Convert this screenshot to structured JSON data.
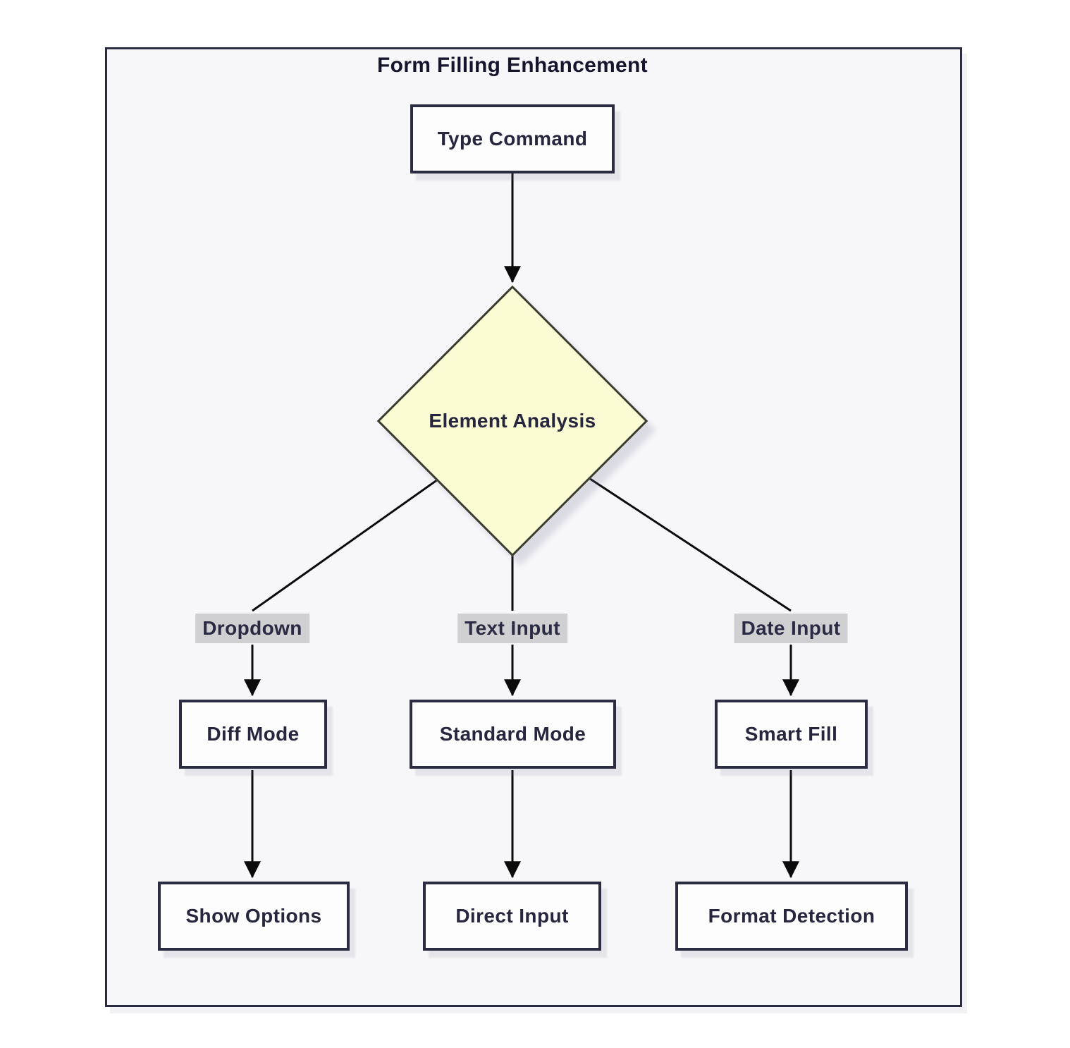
{
  "diagram": {
    "type": "flowchart",
    "title": "Form Filling Enhancement",
    "nodes": {
      "type_command": "Type Command",
      "element_analysis": "Element Analysis",
      "diff_mode": "Diff Mode",
      "standard_mode": "Standard Mode",
      "smart_fill": "Smart Fill",
      "show_options": "Show Options",
      "direct_input": "Direct Input",
      "format_detection": "Format Detection"
    },
    "edge_labels": {
      "dropdown": "Dropdown",
      "text_input": "Text Input",
      "date_input": "Date Input"
    },
    "edges": [
      {
        "from": "type_command",
        "to": "element_analysis",
        "label": ""
      },
      {
        "from": "element_analysis",
        "to": "diff_mode",
        "label": "Dropdown"
      },
      {
        "from": "element_analysis",
        "to": "standard_mode",
        "label": "Text Input"
      },
      {
        "from": "element_analysis",
        "to": "smart_fill",
        "label": "Date Input"
      },
      {
        "from": "diff_mode",
        "to": "show_options",
        "label": ""
      },
      {
        "from": "standard_mode",
        "to": "direct_input",
        "label": ""
      },
      {
        "from": "smart_fill",
        "to": "format_detection",
        "label": ""
      }
    ],
    "colors": {
      "frame_background": "#f7f7fa",
      "frame_border": "#2b2b42",
      "node_fill": "#fdfdfe",
      "node_border": "#2b2b42",
      "decision_fill": "#fcfcd4",
      "decision_border": "#3c3c32",
      "edge_label_background": "#d0d0d2",
      "edge_color": "#0b0b0b",
      "text_color": "#26263e"
    }
  }
}
